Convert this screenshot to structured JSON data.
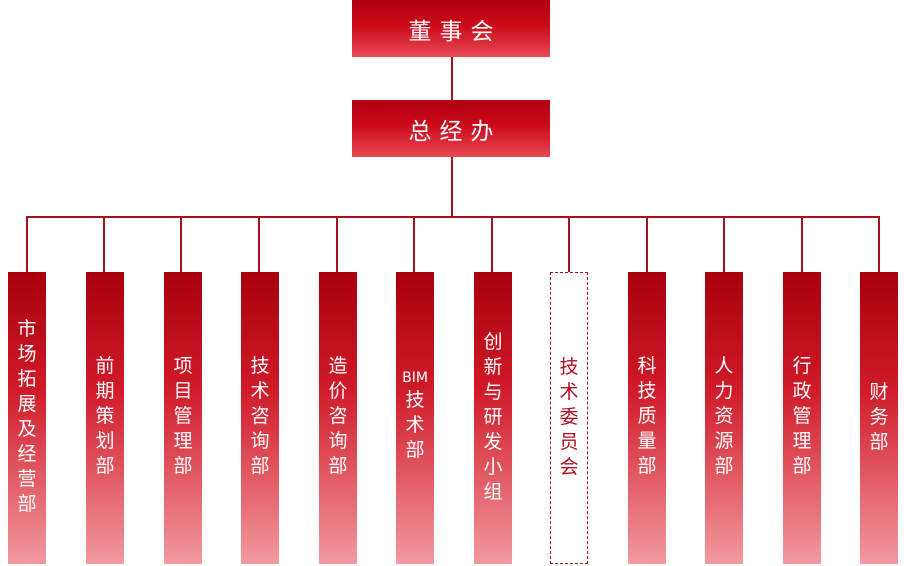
{
  "board": {
    "label": "董事会"
  },
  "office": {
    "label": "总经办"
  },
  "departments": [
    {
      "label": "市场拓展及经营部"
    },
    {
      "label": "前期策划部"
    },
    {
      "label": "项目管理部"
    },
    {
      "label": "技术咨询部"
    },
    {
      "label": "造价咨询部"
    },
    {
      "label_latin": "BIM",
      "label": "技术部"
    },
    {
      "label": "创新与研发小组"
    },
    {
      "label": "技术委员会",
      "style": "dashed"
    },
    {
      "label": "科技质量部"
    },
    {
      "label": "人力资源部"
    },
    {
      "label": "行政管理部"
    },
    {
      "label": "财务部"
    }
  ],
  "colors": {
    "primary": "#c8101e",
    "line": "#a0141f"
  }
}
